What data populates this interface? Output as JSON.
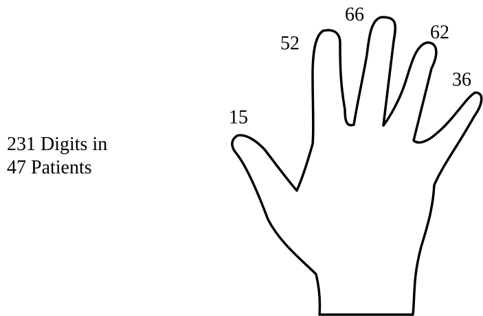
{
  "caption": {
    "line1": "231 Digits in",
    "line2": "47 Patients"
  },
  "digits": {
    "thumb": "15",
    "index": "52",
    "middle": "66",
    "ring": "62",
    "little": "36"
  },
  "colors": {
    "outline": "#000000",
    "background": "#ffffff"
  }
}
